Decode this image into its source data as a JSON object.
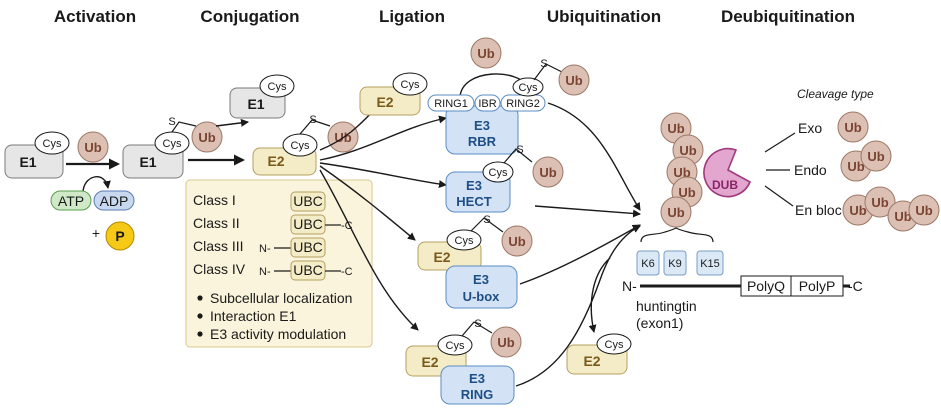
{
  "stages": {
    "activation": "Activation",
    "conjugation": "Conjugation",
    "ligation": "Ligation",
    "ubiquitination": "Ubiquitination",
    "deubiquitination": "Deubiquitination"
  },
  "labels": {
    "e1": "E1",
    "e2": "E2",
    "e3": "E3",
    "cys": "Cys",
    "ub": "Ub",
    "s": "S",
    "atp": "ATP",
    "adp": "ADP",
    "plus": "+",
    "p": "P",
    "ubc": "UBC",
    "n": "N-",
    "c": "-C",
    "dub": "DUB"
  },
  "classes": {
    "items": [
      "Class I",
      "Class II",
      "Class III",
      "Class IV"
    ],
    "bullets": [
      "Subcellular localization",
      "Interaction E1",
      "E3 activity modulation"
    ]
  },
  "e3_types": {
    "rbr": "RBR",
    "hect": "HECT",
    "ubox": "U-box",
    "ring": "RING",
    "ring1": "RING1",
    "ibr": "IBR",
    "ring2": "RING2"
  },
  "cleavage": {
    "title": "Cleavage type",
    "exo": "Exo",
    "endo": "Endo",
    "enbloc": "En bloc"
  },
  "huntingtin": {
    "k6": "K6",
    "k9": "K9",
    "k15": "K15",
    "name": "huntingtin",
    "exon": "(exon1)",
    "polyq": "PolyQ",
    "polyp": "PolyP"
  },
  "colors": {
    "ub": "#dcc0b4",
    "e1": "#e6e6e6",
    "e2": "#f4ecc6",
    "e3": "#d3e3f5",
    "atp": "#cfe8c8",
    "adp": "#c8d8ee",
    "phosphate": "#f6c818",
    "dub": "#e2a6cf"
  }
}
